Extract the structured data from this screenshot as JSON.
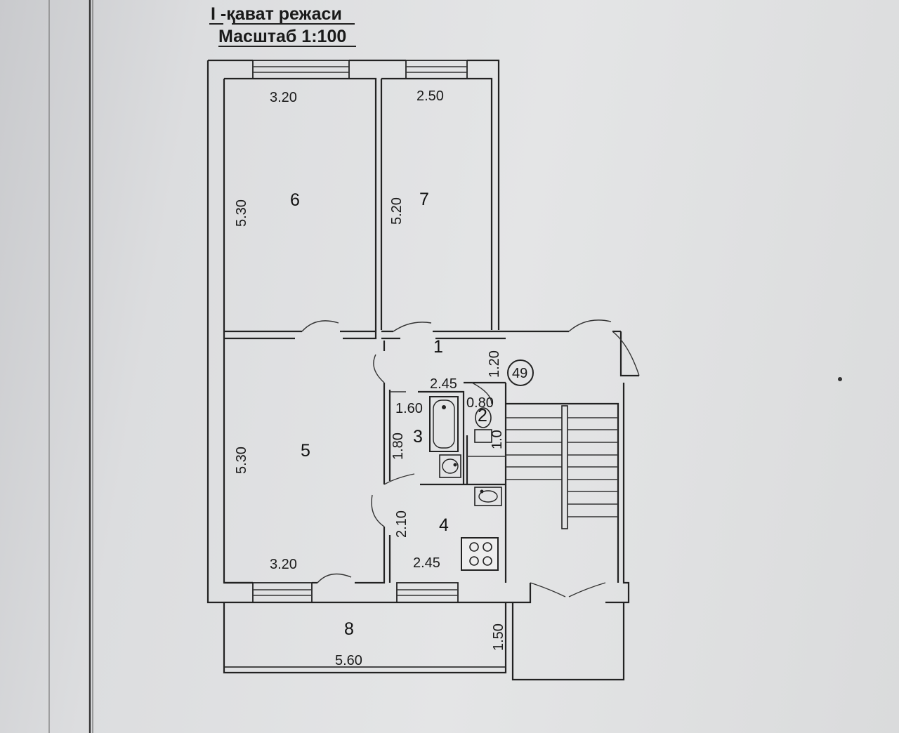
{
  "header": {
    "floor_title": "I  -қават режаси",
    "scale": "Масштаб 1:100"
  },
  "apartment_number": "49",
  "rooms": [
    {
      "number": "1",
      "dims": [
        "1.20"
      ]
    },
    {
      "number": "2",
      "dims": [
        "0.80",
        "1.0"
      ]
    },
    {
      "number": "3",
      "dims": [
        "2.45",
        "1.60",
        "1.80"
      ]
    },
    {
      "number": "4",
      "dims": [
        "2.10",
        "2.45"
      ]
    },
    {
      "number": "5",
      "dims": [
        "5.30",
        "3.20"
      ]
    },
    {
      "number": "6",
      "dims": [
        "3.20",
        "5.30"
      ]
    },
    {
      "number": "7",
      "dims": [
        "2.50",
        "5.20"
      ]
    },
    {
      "number": "8",
      "dims": [
        "5.60",
        "1.50"
      ]
    }
  ]
}
